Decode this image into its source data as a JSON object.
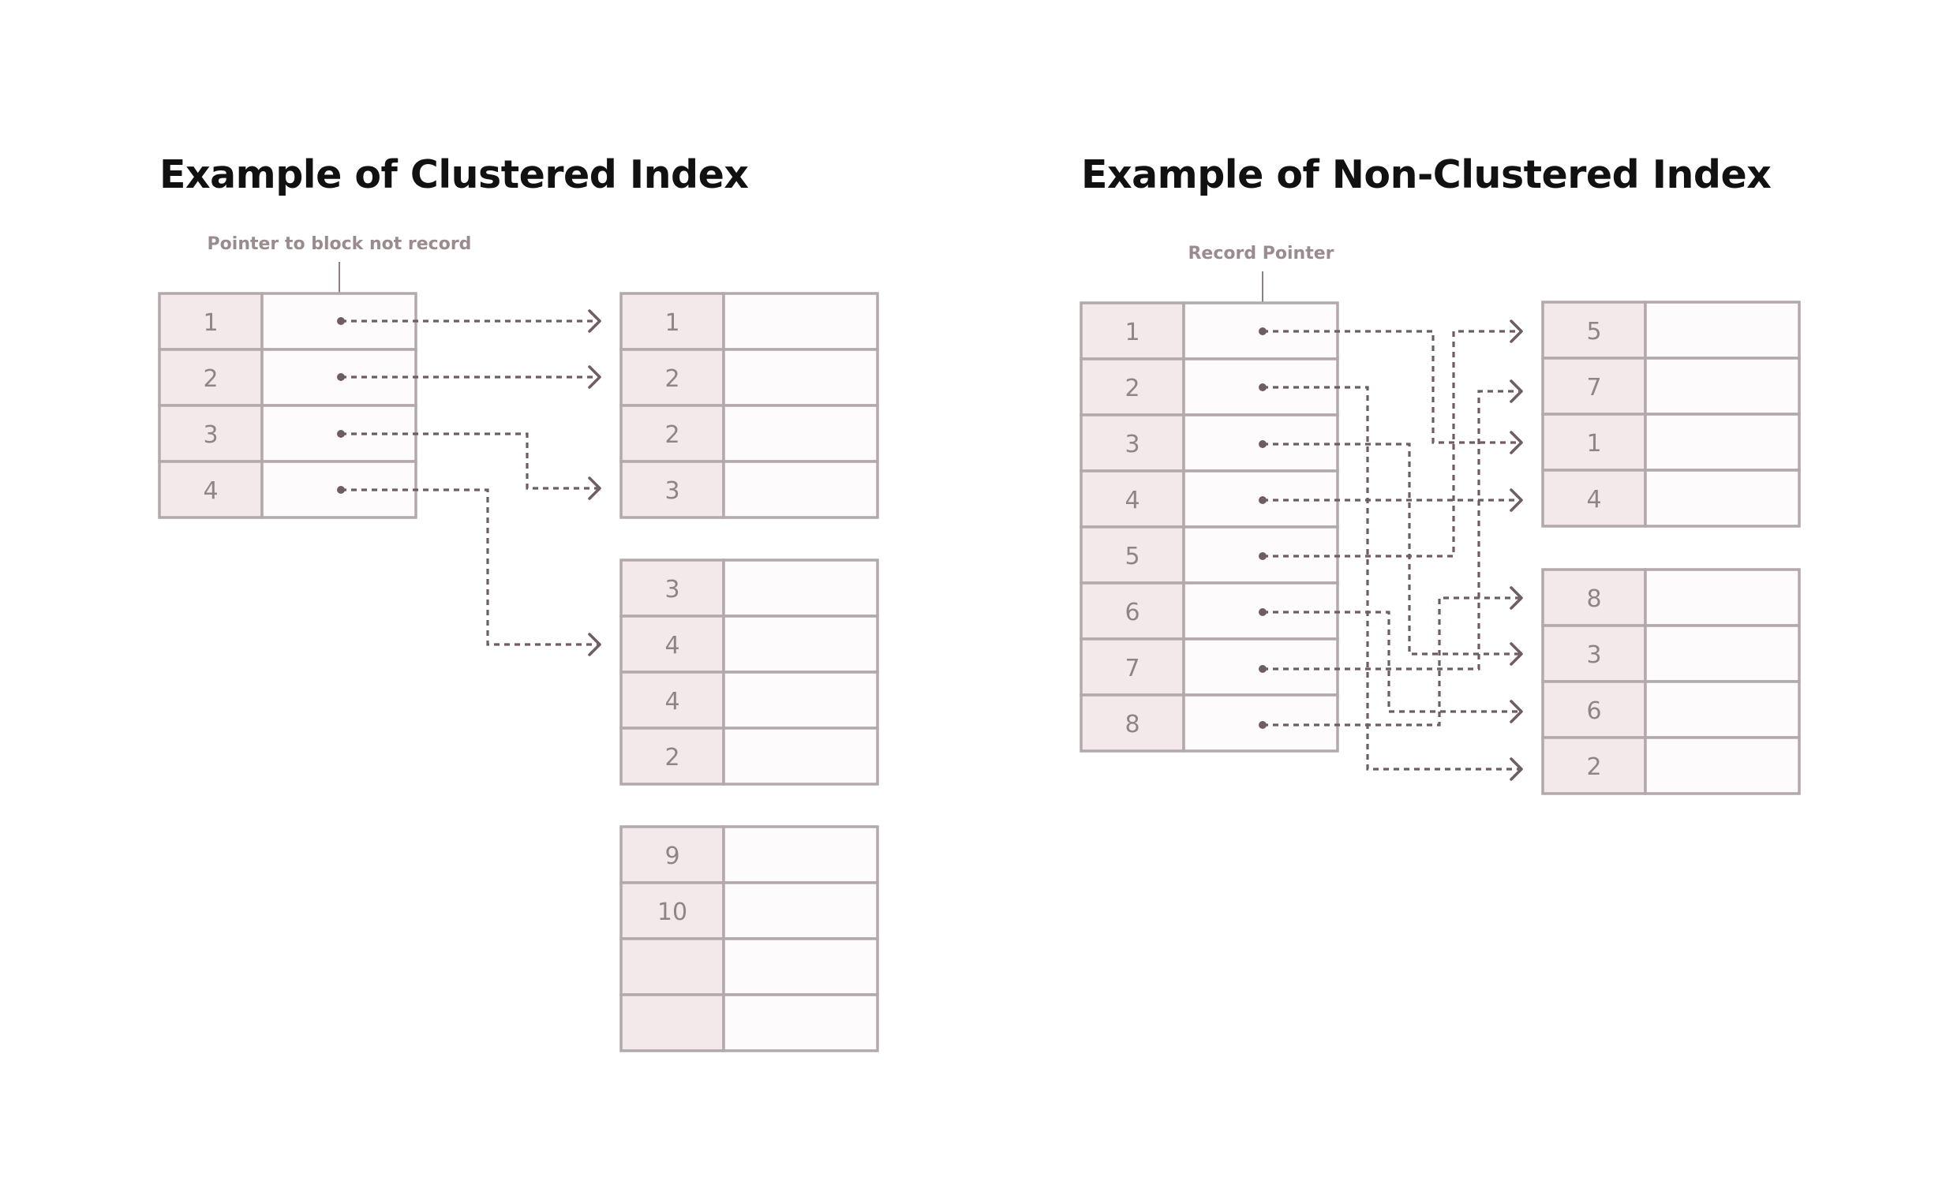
{
  "clustered": {
    "title": "Example of Clustered Index",
    "annotation": "Pointer to block not record",
    "index": [
      "1",
      "2",
      "3",
      "4"
    ],
    "blocks": [
      [
        "1",
        "2",
        "2",
        "3"
      ],
      [
        "3",
        "4",
        "4",
        "2"
      ],
      [
        "9",
        "10",
        "",
        ""
      ]
    ]
  },
  "nonclustered": {
    "title": "Example of Non-Clustered Index",
    "annotation": "Record Pointer",
    "index": [
      "1",
      "2",
      "3",
      "4",
      "5",
      "6",
      "7",
      "8"
    ],
    "blocks": [
      [
        "5",
        "7",
        "1",
        "4"
      ],
      [
        "8",
        "3",
        "6",
        "2"
      ]
    ]
  },
  "colors": {
    "key_fill": "#f4e9ea",
    "value_fill": "#fdfbfb",
    "border": "#b3a8aa",
    "pointer": "#6e5e62",
    "annotation_text": "#9a8c8d"
  }
}
